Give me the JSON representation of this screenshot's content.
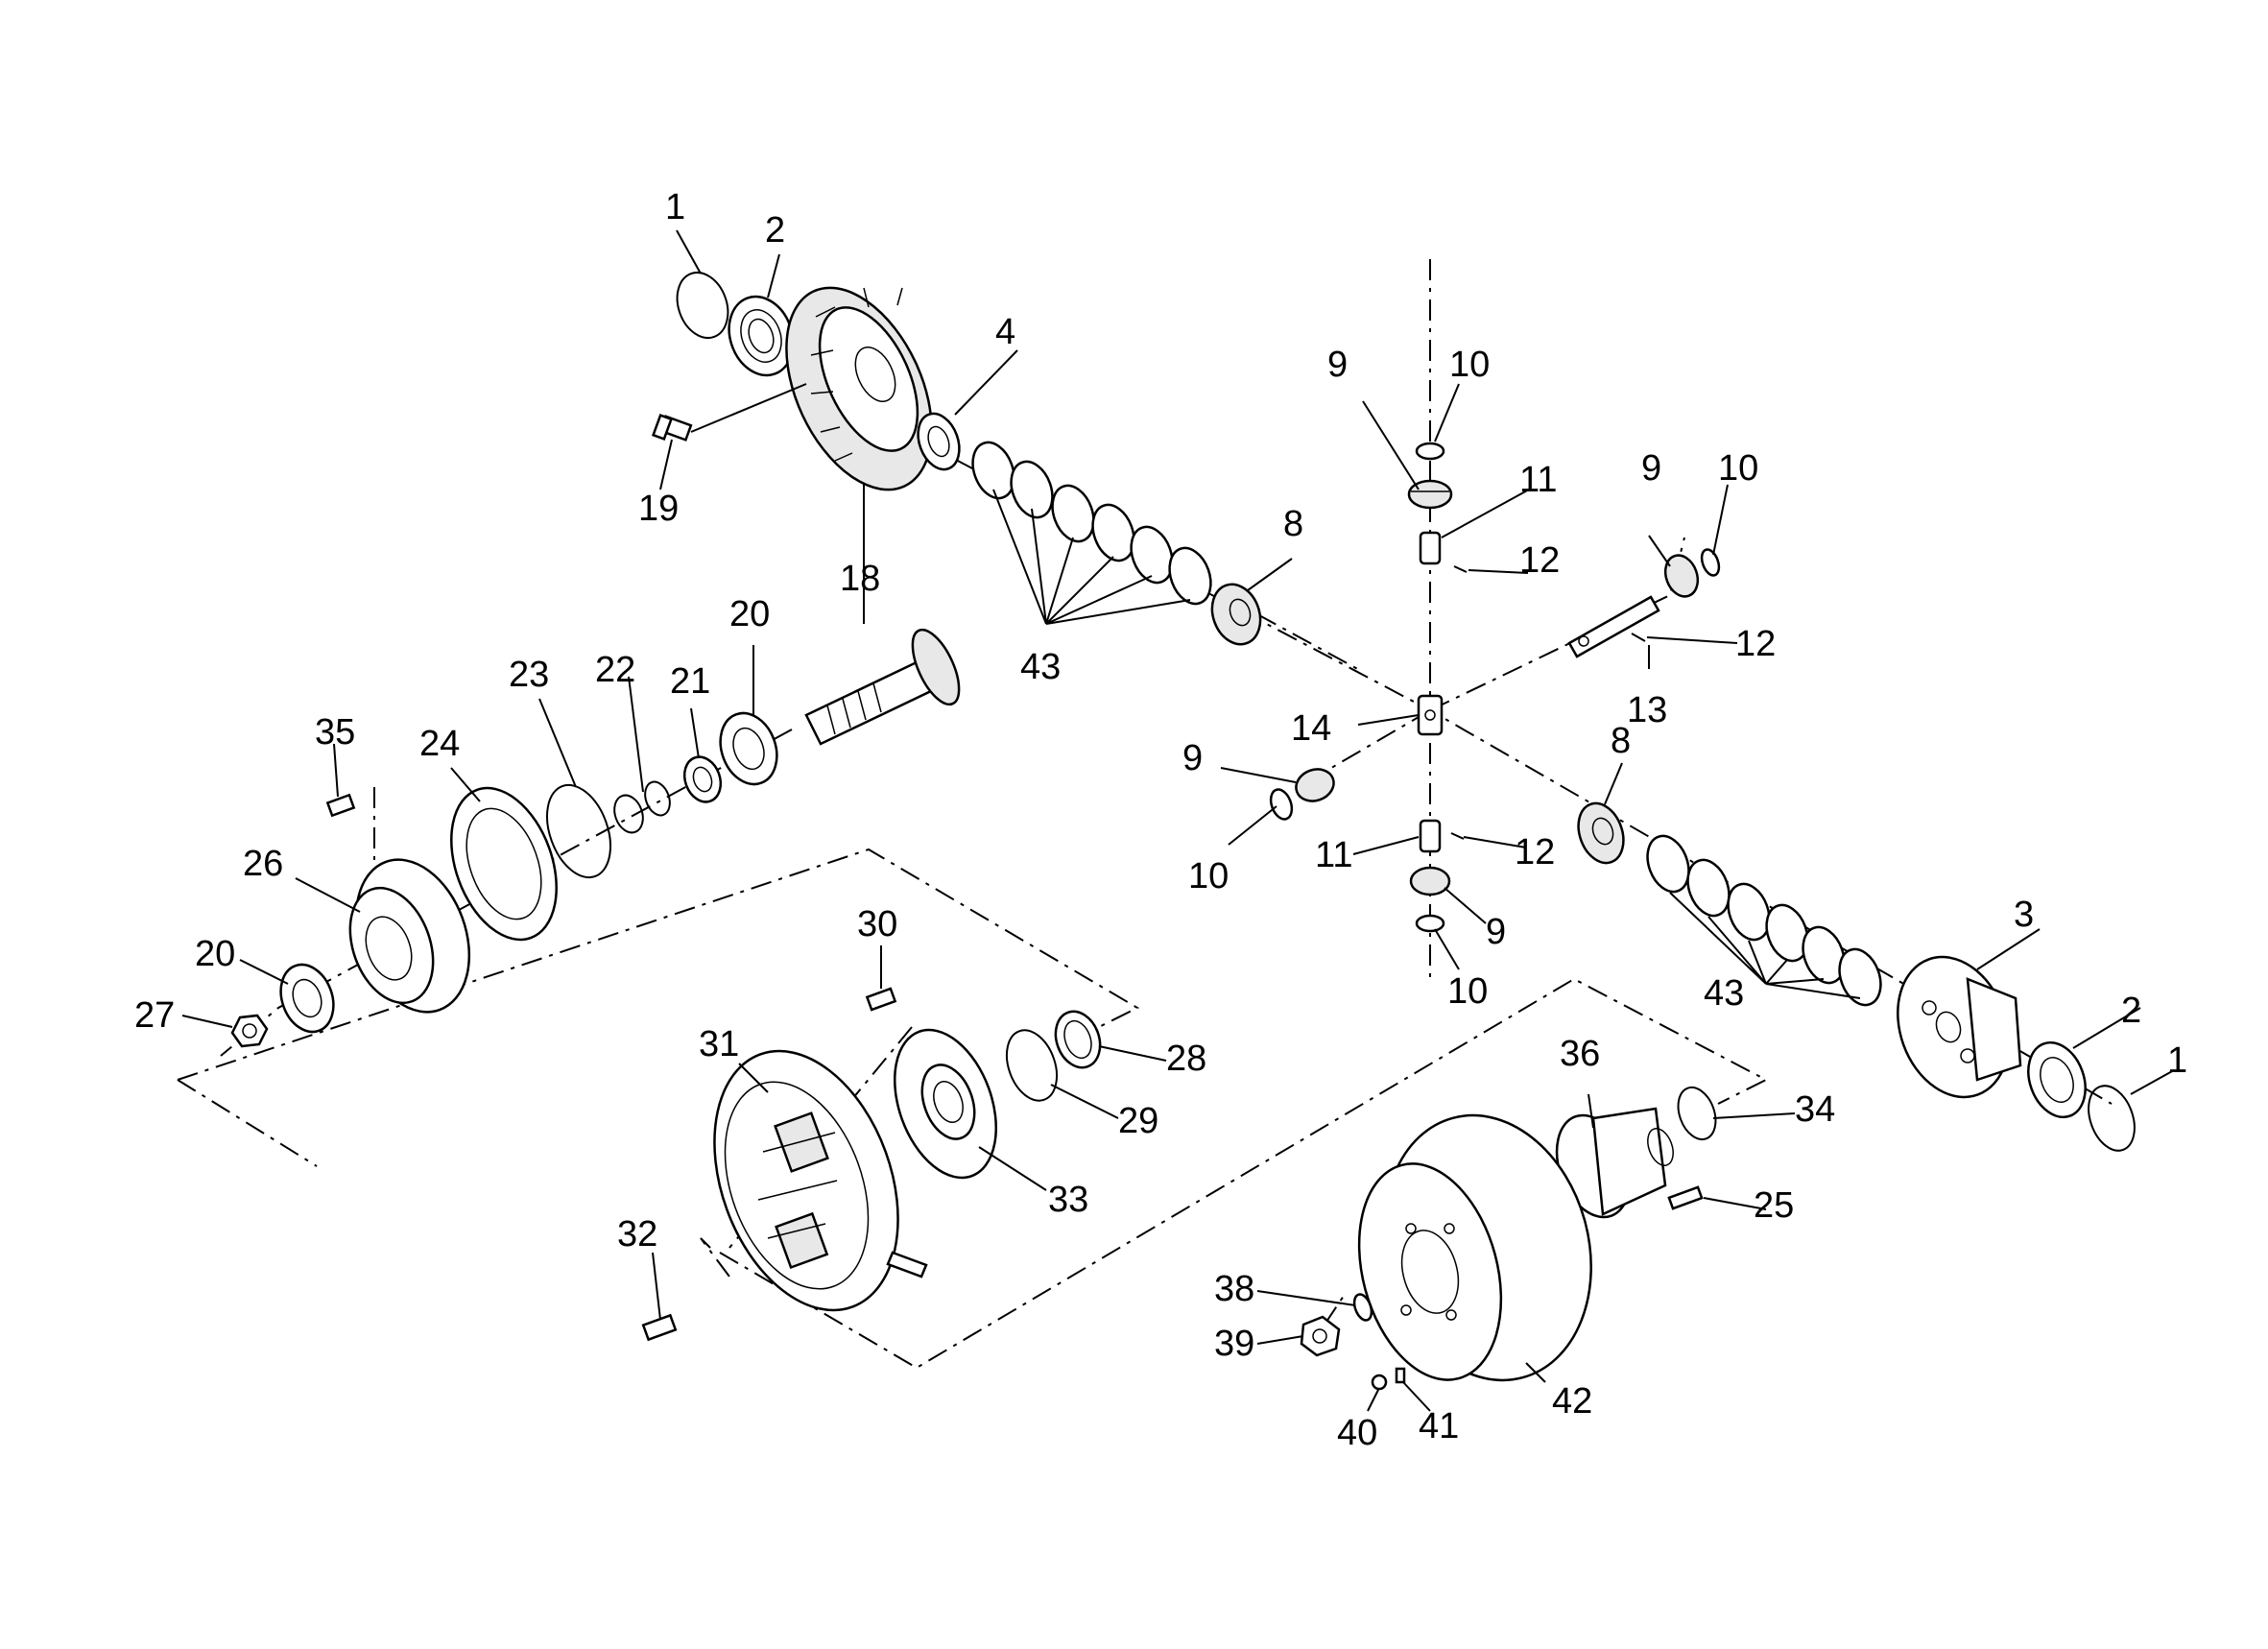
{
  "diagram": {
    "type": "exploded-parts-view",
    "callouts": [
      "1",
      "2",
      "3",
      "4",
      "8",
      "9",
      "10",
      "11",
      "12",
      "13",
      "14",
      "18",
      "19",
      "20",
      "21",
      "22",
      "23",
      "24",
      "25",
      "26",
      "27",
      "28",
      "29",
      "30",
      "31",
      "32",
      "33",
      "34",
      "35",
      "36",
      "38",
      "39",
      "40",
      "41",
      "42",
      "43"
    ]
  }
}
